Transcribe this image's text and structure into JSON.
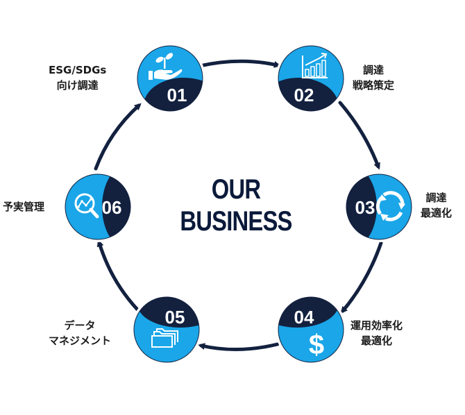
{
  "center": {
    "line1": "OUR",
    "line2": "BUSINESS"
  },
  "colors": {
    "accent": "#1aa6e8",
    "dark": "#13213f",
    "arrow": "#13213f"
  },
  "steps": [
    {
      "num": "01",
      "label_lines": [
        "ESG/SDGs",
        "向け調達"
      ],
      "icon": "plant-in-hand-icon"
    },
    {
      "num": "02",
      "label_lines": [
        "調達",
        "戦略策定"
      ],
      "icon": "bar-chart-icon"
    },
    {
      "num": "03",
      "label_lines": [
        "調達",
        "最適化"
      ],
      "icon": "cycle-arrows-icon"
    },
    {
      "num": "04",
      "label_lines": [
        "運用効率化",
        "最適化"
      ],
      "icon": "dollar-icon"
    },
    {
      "num": "05",
      "label_lines": [
        "データ",
        "マネジメント"
      ],
      "icon": "folder-icon"
    },
    {
      "num": "06",
      "label_lines": [
        "予実管理"
      ],
      "icon": "magnifier-chart-icon"
    }
  ]
}
